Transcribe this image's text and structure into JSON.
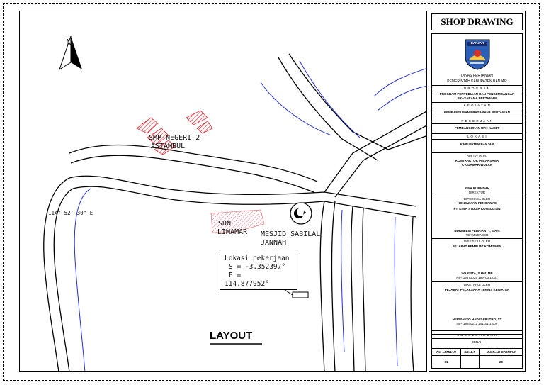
{
  "layout_title": "LAYOUT",
  "compass_letter": "N",
  "coordinate_label": "114° 52' 30\" E",
  "places": {
    "school1_line1": "SMP NEGERI 2",
    "school1_line2": "ASTAMBUL",
    "school2_line1": "SDN",
    "school2_line2": "LIMAMAR",
    "mosque_line1": "MESJID SABILAL",
    "mosque_line2": "JANNAH",
    "mosque_symbol": "crescent-star-icon"
  },
  "callout": {
    "line1": "Lokasi pekerjaan",
    "line2": "S = -3.352397°",
    "line3": "E =",
    "line4": "114.877952°"
  },
  "title_block": {
    "header": "SHOP DRAWING",
    "logo_text": "BANJAR",
    "agency_line1": "DINAS PERTANIAN",
    "agency_line2": "PEMERINTAH KABUPATEN BANJAR",
    "program_label": "P R O G R A M",
    "program_line1": "PROGRAM PENYEDIAAN DAN PENGEMBANGAN",
    "program_line2": "PRASARANA PERTANIAN",
    "kegiatan_label": "K E G I A T A N",
    "kegiatan_value": "PEMBANGUNAN PRASARANA PERTANIAN",
    "pekerjaan_label": "P E K E R J A A N",
    "pekerjaan_value": "PEMBANGUNAN UPH KARET",
    "lokasi_label": "L O K A S I",
    "lokasi_value": "KABUPATEN BANJAR",
    "dibuat_label": "DIBUAT OLEH",
    "dibuat_role": "KONTRAKTOR PELAKSANA",
    "dibuat_company": "CV. DAMAR WULAN",
    "dibuat_name": "RINA RUPAIDAH",
    "dibuat_title": "DIREKTUR",
    "diperiksa_label": "DIPERIKSA OLEH",
    "diperiksa_role": "KONSULTAN PENGAWAS",
    "diperiksa_company": "PT. KIWA STUDIA KONSULTAN",
    "diperiksa_name": "NURMELIA FEBRIANTY, S.Ars",
    "diperiksa_title": "TEAM LEADER",
    "disetujui_label": "DISETUJUI OLEH",
    "disetujui_role": "PEJABAT PEMBUAT KOMITMEN",
    "disetujui_name": "WARSITA, S.Hut, MP",
    "disetujui_nip": "NIP. 19671025 199703 1 001",
    "diketahui_label": "DIKETAHUI OLEH",
    "diketahui_role": "PEJABAT PELAKSANA TEKNIS KEGIATAN",
    "diketahui_name": "HERIYANTO HADI SAPUTRO, ST",
    "diketahui_nip": "NIP. 19840212 201101 1 006",
    "judul_label": "J U D U L  G A M B A R",
    "judul_value": "DENAH",
    "col_lembar": "No. LEMBAR",
    "col_skala": "SKALA",
    "col_jumlah": "JUMLAH GAMBAR",
    "val_lembar": "01",
    "val_skala": "",
    "val_jumlah": "20"
  }
}
